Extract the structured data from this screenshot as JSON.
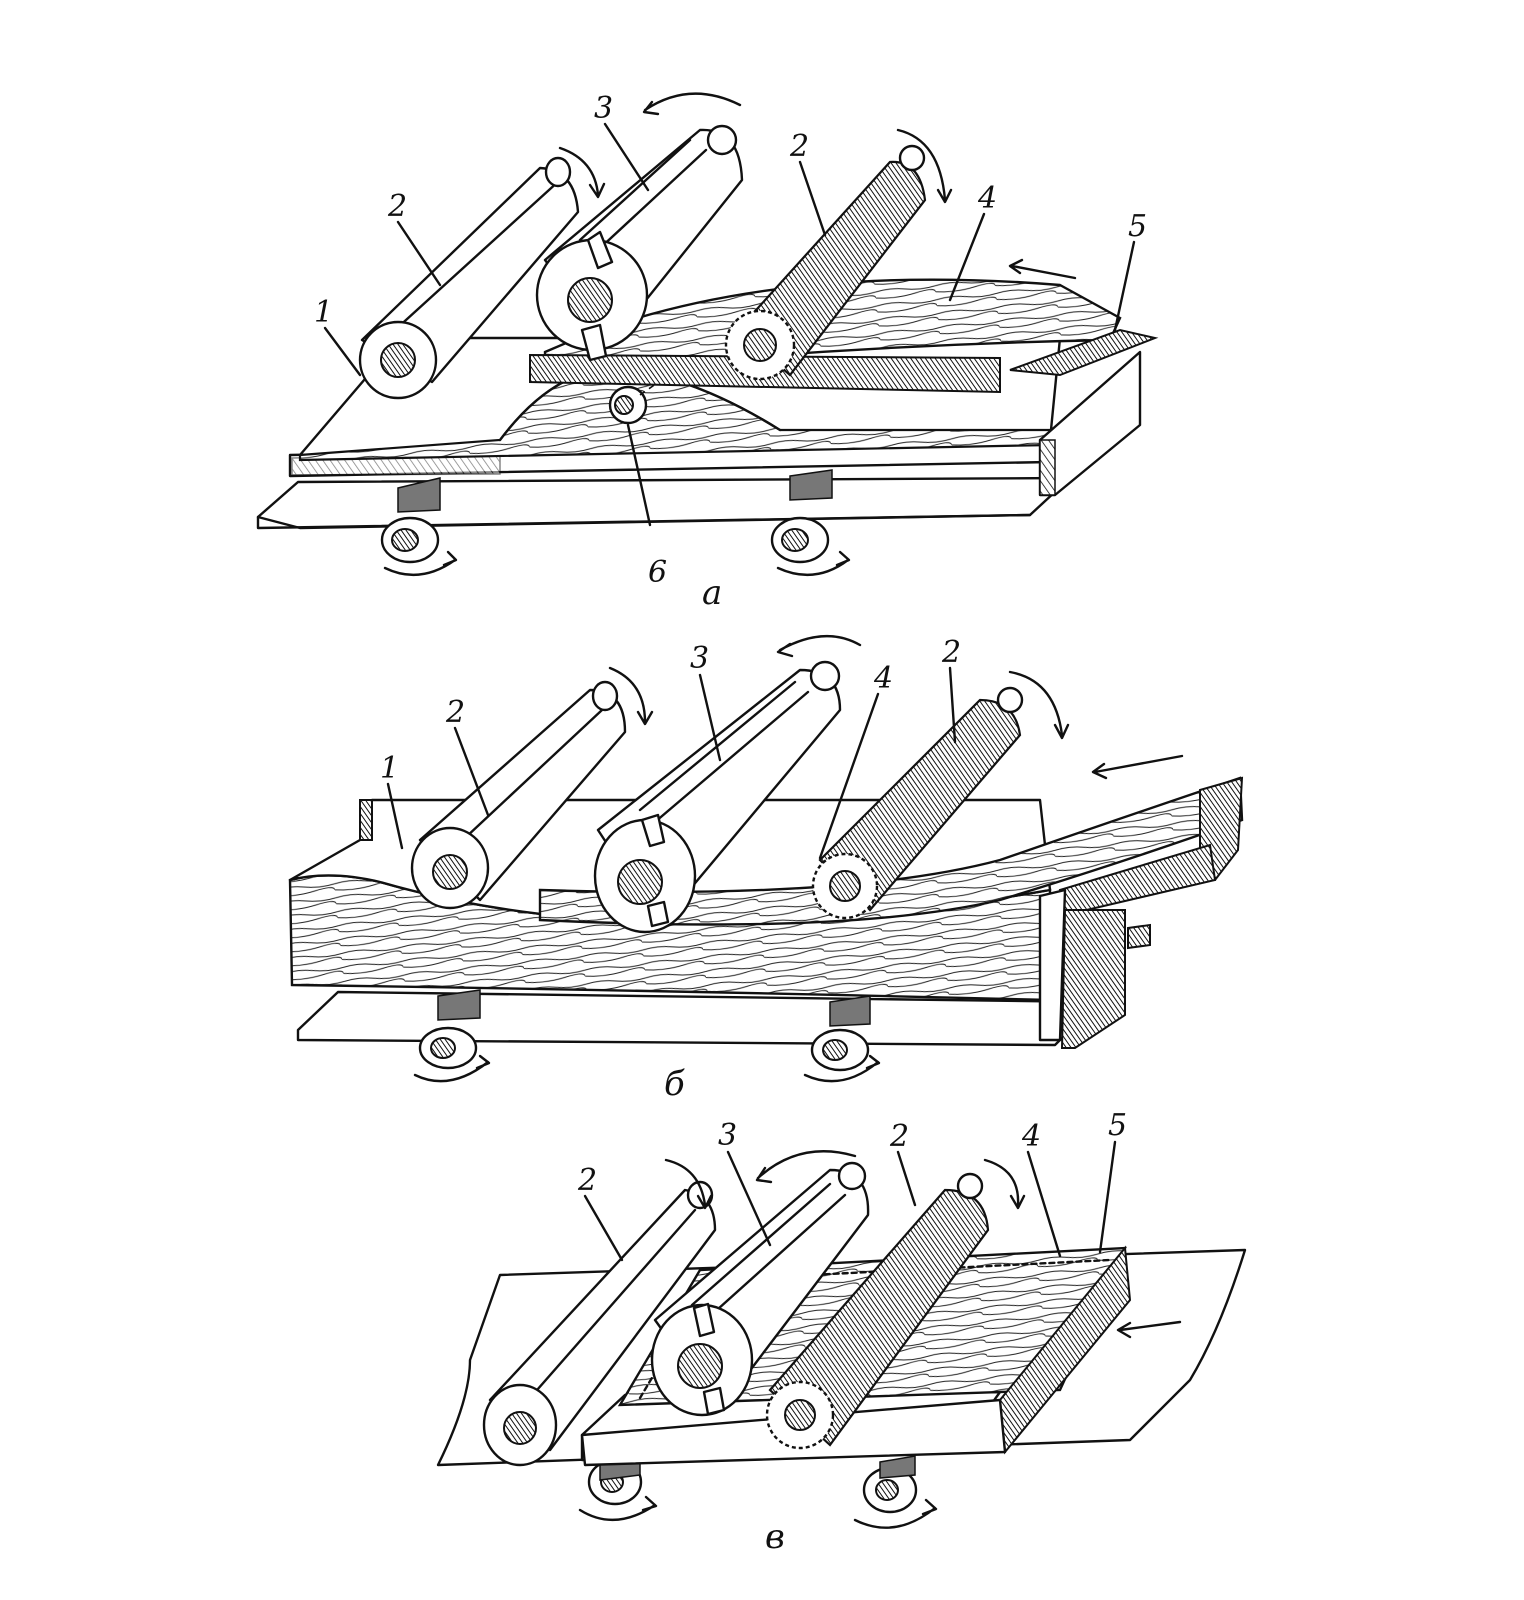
{
  "diagram": {
    "panels": [
      {
        "id": "a",
        "caption": "а",
        "labels": {
          "base": "1",
          "roller_left": "2",
          "roller_middle": "3",
          "roller_right": "2",
          "workpiece": "4",
          "stop": "5",
          "pivot": "6"
        }
      },
      {
        "id": "b",
        "caption": "б",
        "labels": {
          "base": "1",
          "roller_left": "2",
          "roller_middle": "3",
          "workpiece": "4",
          "roller_right": "2"
        }
      },
      {
        "id": "v",
        "caption": "в",
        "labels": {
          "roller_left": "2",
          "roller_middle": "3",
          "roller_right": "2",
          "workpiece": "4",
          "stop": "5"
        }
      }
    ],
    "colors": {
      "ink": "#111111",
      "paper": "#ffffff"
    }
  }
}
